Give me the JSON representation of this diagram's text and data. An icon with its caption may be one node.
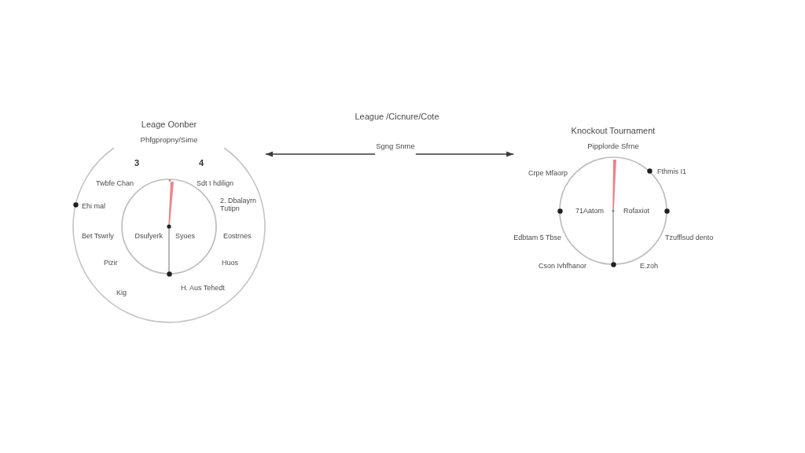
{
  "diagram": {
    "title": "League /Cicnure/Cote",
    "nodes": [
      {
        "text": [
          "Leage Oonber",
          "Phfgpropny/Sime",
          "3",
          "4",
          "Twbfe Chan",
          "Sdt I hdilign",
          "Ehi mal",
          "2. Dbalayrn Tutipn",
          "Bet Tswrly",
          "Eostrnes",
          "Pizir",
          "Huos",
          "Kig",
          "H. Aus Tehedt"
        ]
      },
      {
        "text": [
          "Dsufyerk",
          "Syoes"
        ],
        "in": 0
      },
      {
        "text": [
          "Sgng Snme"
        ]
      },
      {
        "text": [
          "Knockout Tournament",
          "Pipplorde Sfrne",
          "71Aatom",
          "Rofaxiot"
        ],
        "beside": [
          "Crpe Mfaorp",
          "Fthmis I1",
          "Edbtam 5 Tbse",
          "Tzufflsud dento",
          "Cson Ivhfhanor",
          "E.zoh"
        ]
      }
    ],
    "edges": [
      {
        "from": 2,
        "to": 0,
        "arrow": "to"
      },
      {
        "from": 2,
        "to": 3,
        "arrow": "to"
      }
    ]
  }
}
